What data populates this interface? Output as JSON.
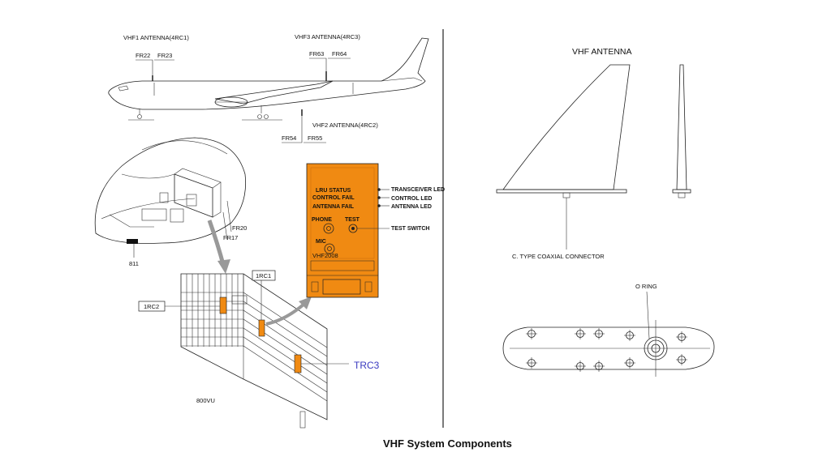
{
  "caption": "VHF System Components",
  "aircraft": {
    "vhf1": "VHF1 ANTENNA(4RC1)",
    "vhf3": "VHF3 ANTENNA(4RC3)",
    "vhf2": "VHF2 ANTENNA(4RC2)",
    "frames": {
      "fr22": "FR22",
      "fr23": "FR23",
      "fr63": "FR63",
      "fr64": "FR64",
      "fr54": "FR54",
      "fr55": "FR55"
    }
  },
  "nose": {
    "fr20": "FR20",
    "fr17": "FR17",
    "item811": "811"
  },
  "rack": {
    "rc1": "1RC1",
    "rc2": "1RC2",
    "rc3": "TRC3",
    "vu": "800VU"
  },
  "panel": {
    "lru_status": "LRU STATUS",
    "control_fail": "CONTROL FAIL",
    "antenna_fail": "ANTENNA FAIL",
    "phone": "PHONE",
    "test": "TEST",
    "mic": "MIC",
    "model": "VHF2008",
    "callouts": {
      "transceiver_led": "TRANSCEIVER LED",
      "control_led": "CONTROL LED",
      "antenna_led": "ANTENNA LED",
      "test_switch": "TEST SWITCH"
    },
    "color": "#f08a12"
  },
  "antenna": {
    "heading": "VHF ANTENNA",
    "connector": "C. TYPE COAXIAL CONNECTOR",
    "o_ring": "O RING"
  }
}
